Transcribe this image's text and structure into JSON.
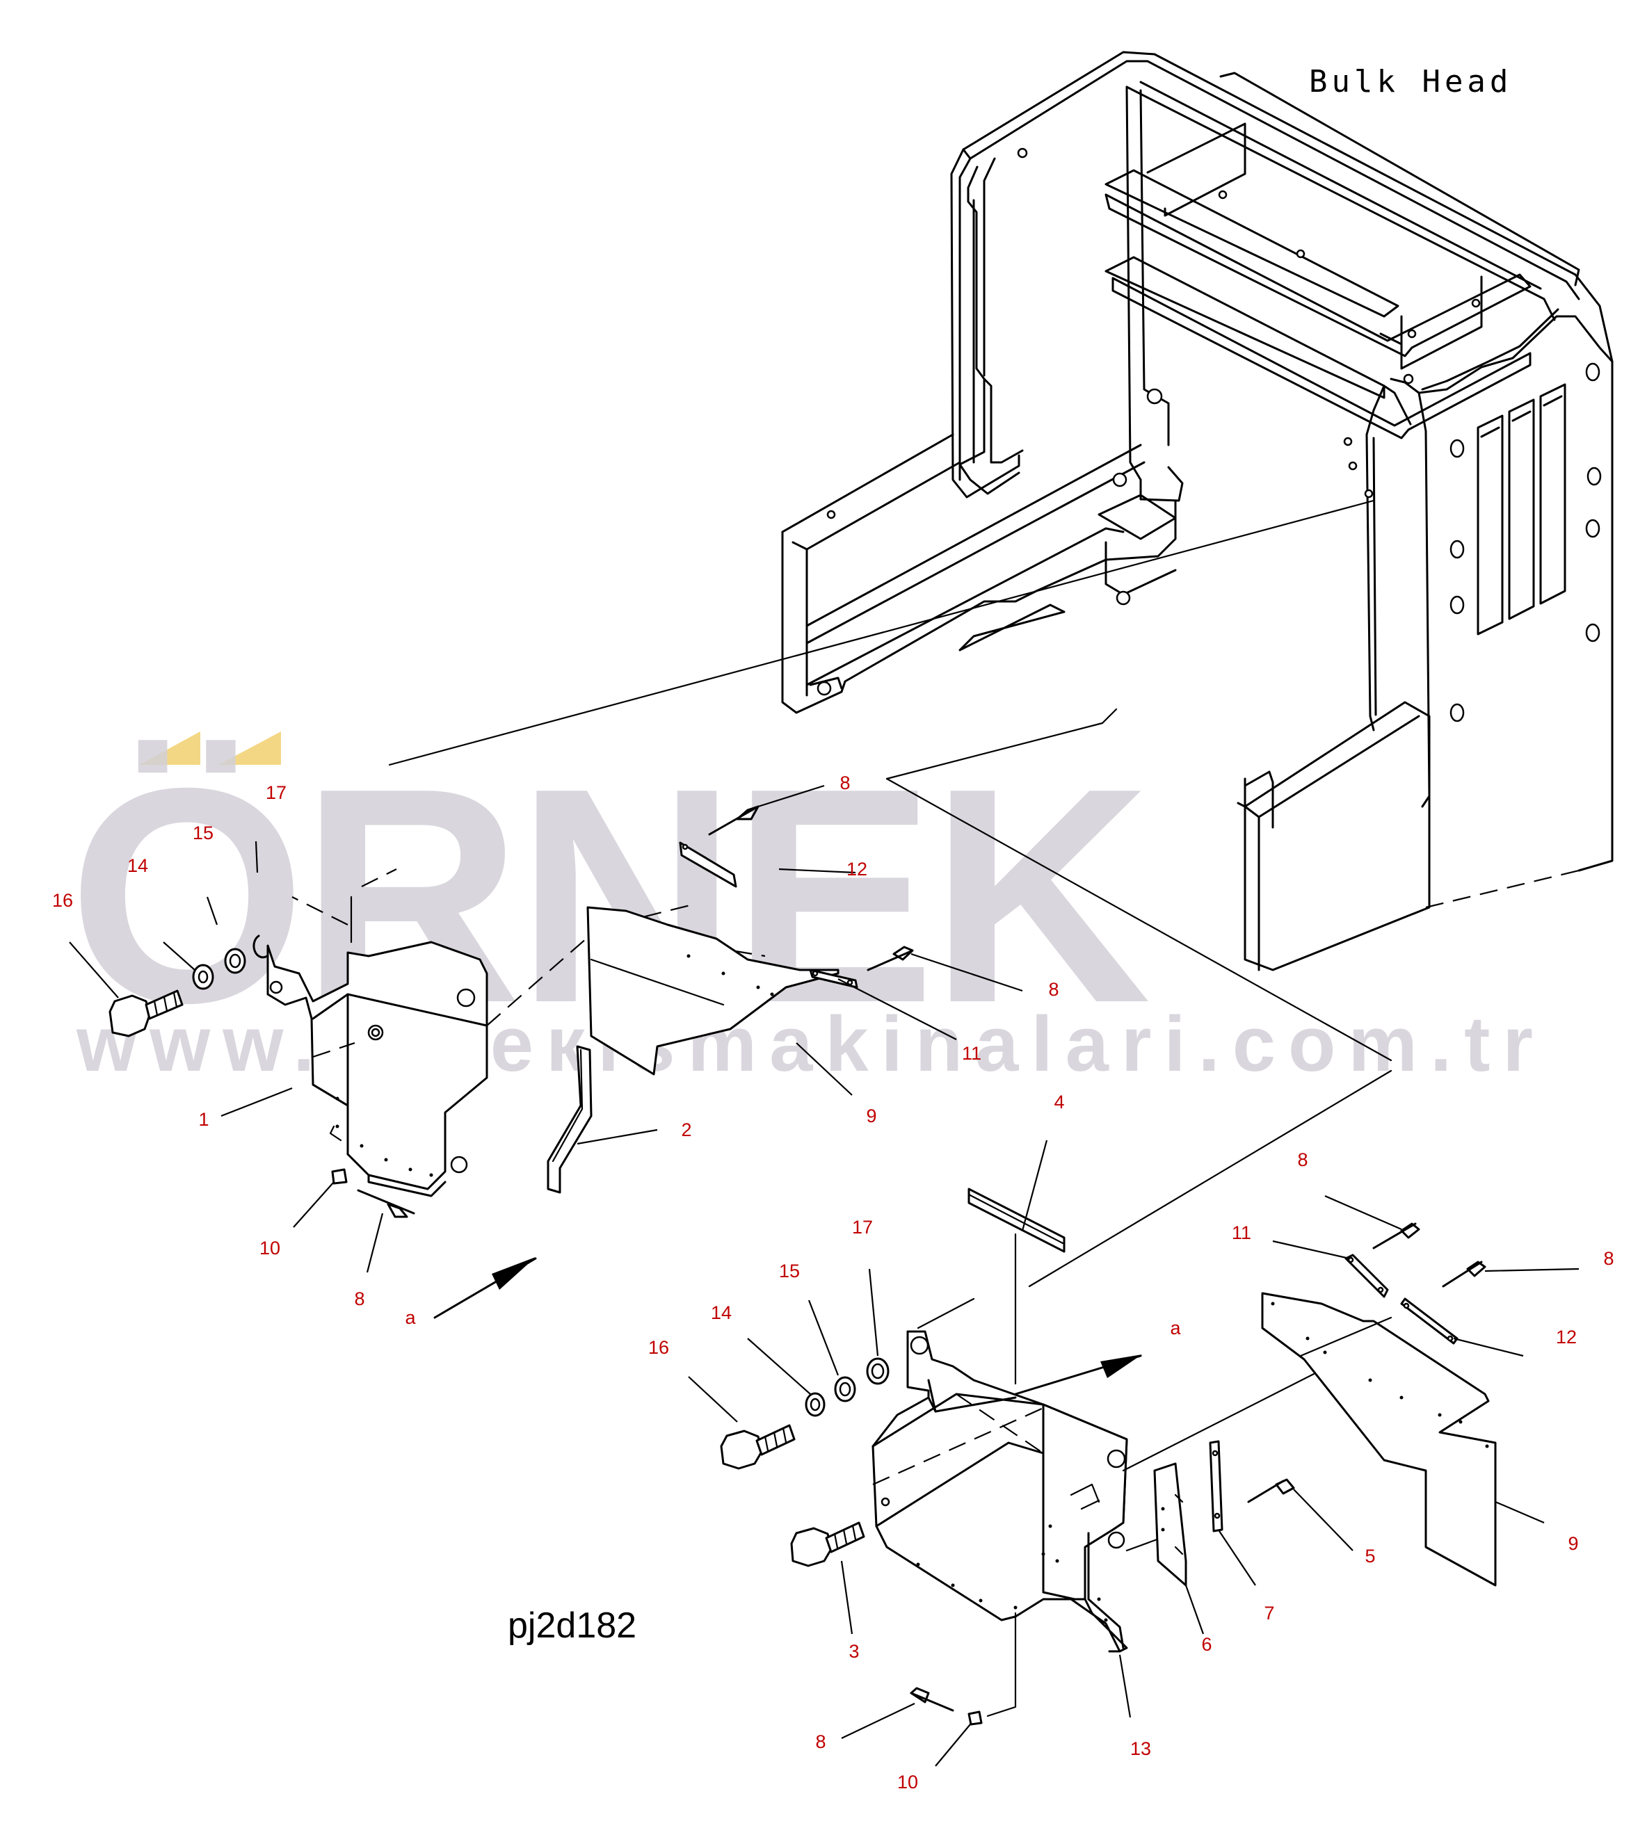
{
  "title": "Bulk Head",
  "drawing_code": "pj2d182",
  "watermark": {
    "brand": "ÖRNEK",
    "url": "www.orneкismakinalari.com.tr",
    "accent_color": "#f3d784"
  },
  "callout_color": "#c00000",
  "callouts": {
    "left": [
      "17",
      "15",
      "14",
      "16",
      "1",
      "2",
      "10",
      "8",
      "a",
      "8",
      "12",
      "8",
      "11",
      "9"
    ],
    "right": [
      "4",
      "8",
      "11",
      "8",
      "12",
      "17",
      "15",
      "14",
      "16",
      "a",
      "9",
      "5",
      "7",
      "6",
      "3",
      "13",
      "8",
      "10"
    ]
  }
}
